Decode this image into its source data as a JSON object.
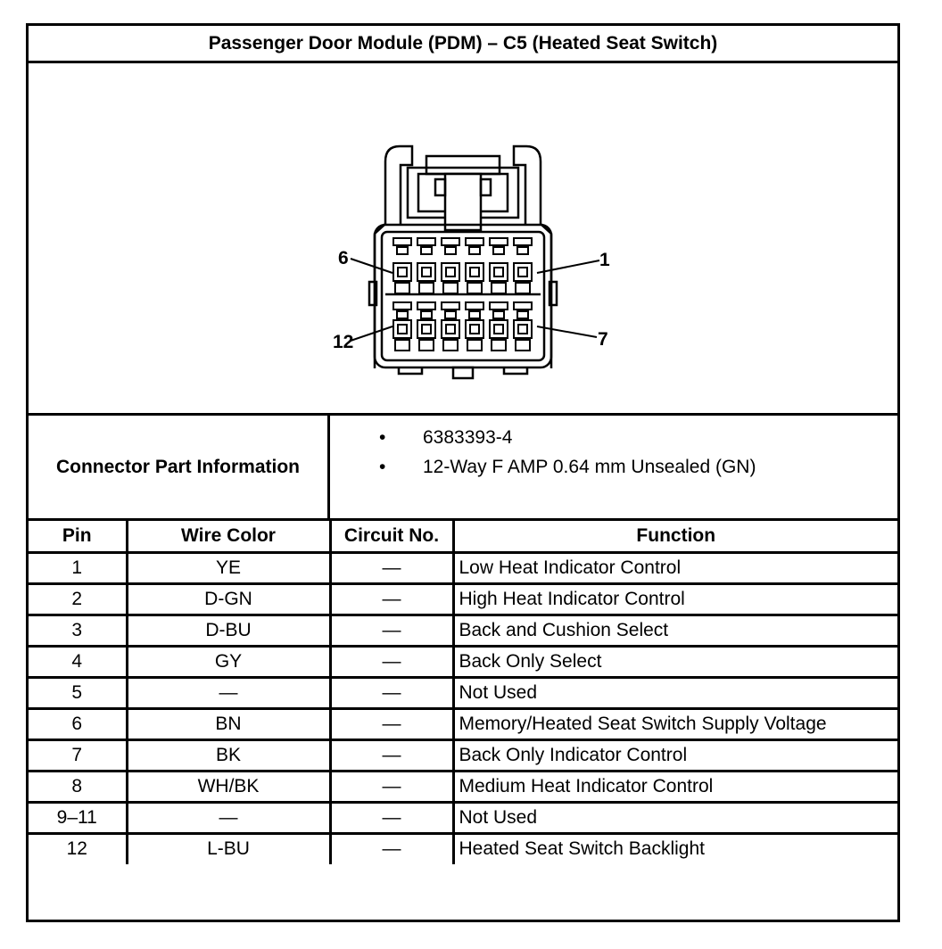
{
  "title": "Passenger Door Module (PDM) – C5 (Heated Seat Switch)",
  "diagram": {
    "pin_labels": [
      "6",
      "1",
      "12",
      "7"
    ]
  },
  "connector_info": {
    "label": "Connector Part Information",
    "items": [
      "6383393-4",
      "12-Way F AMP 0.64 mm Unsealed (GN)"
    ],
    "bullet": "•"
  },
  "table": {
    "headers": [
      "Pin",
      "Wire Color",
      "Circuit No.",
      "Function"
    ],
    "rows": [
      {
        "pin": "1",
        "wire": "YE",
        "circuit": "—",
        "function": "Low Heat Indicator Control"
      },
      {
        "pin": "2",
        "wire": "D-GN",
        "circuit": "—",
        "function": "High Heat Indicator Control"
      },
      {
        "pin": "3",
        "wire": "D-BU",
        "circuit": "—",
        "function": "Back and Cushion Select"
      },
      {
        "pin": "4",
        "wire": "GY",
        "circuit": "—",
        "function": "Back Only Select"
      },
      {
        "pin": "5",
        "wire": "—",
        "circuit": "—",
        "function": "Not Used"
      },
      {
        "pin": "6",
        "wire": "BN",
        "circuit": "—",
        "function": "Memory/Heated Seat Switch Supply Voltage"
      },
      {
        "pin": "7",
        "wire": "BK",
        "circuit": "—",
        "function": "Back Only Indicator Control"
      },
      {
        "pin": "8",
        "wire": "WH/BK",
        "circuit": "—",
        "function": "Medium Heat Indicator Control"
      },
      {
        "pin": "9–11",
        "wire": "—",
        "circuit": "—",
        "function": "Not Used"
      },
      {
        "pin": "12",
        "wire": "L-BU",
        "circuit": "—",
        "function": "Heated Seat Switch Backlight"
      }
    ]
  }
}
